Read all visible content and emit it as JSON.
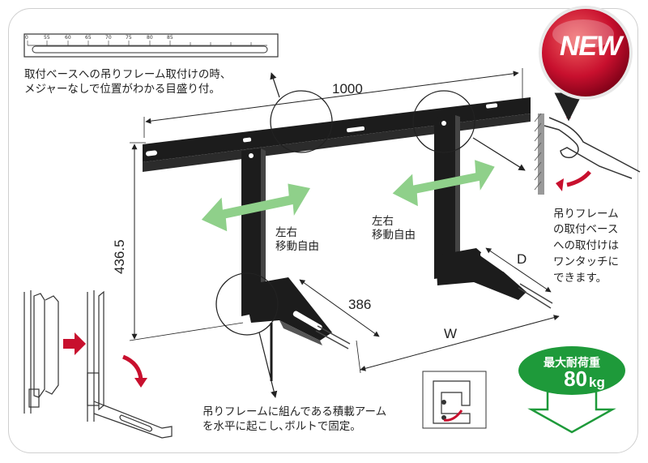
{
  "badge": {
    "new_label": "NEW"
  },
  "scale_strip": {
    "ticks": [
      "0",
      "55",
      "60",
      "65",
      "70",
      "75",
      "80",
      "85"
    ]
  },
  "captions": {
    "scale_note_line1": "取付ベースへの吊りフレーム取付けの時、",
    "scale_note_line2": "メジャーなしで位置がわかる目盛り付。",
    "move_left_line1": "左右",
    "move_left_line2": "移動自由",
    "move_right_line1": "左右",
    "move_right_line2": "移動自由",
    "onetouch_line1": "吊りフレーム",
    "onetouch_line2": "の取付ベース",
    "onetouch_line3": "への取付けは",
    "onetouch_line4": "ワンタッチに",
    "onetouch_line5": "できます。",
    "arm_note_line1": "吊りフレームに組んである積載アーム",
    "arm_note_line2": "を水平に起こし､ボルトで固定。"
  },
  "dimensions": {
    "width": "1000",
    "height": "436.5",
    "depth": "386",
    "w_label": "W",
    "d_label": "D"
  },
  "load_badge": {
    "title": "最大耐荷重",
    "value": "80",
    "unit": "kg"
  },
  "colors": {
    "bracket": "#1c1c1c",
    "arrow_green": "#8fd08a",
    "arrow_red": "#c8102e",
    "badge_green": "#1e9a3a",
    "new_red": "#c8102e"
  }
}
